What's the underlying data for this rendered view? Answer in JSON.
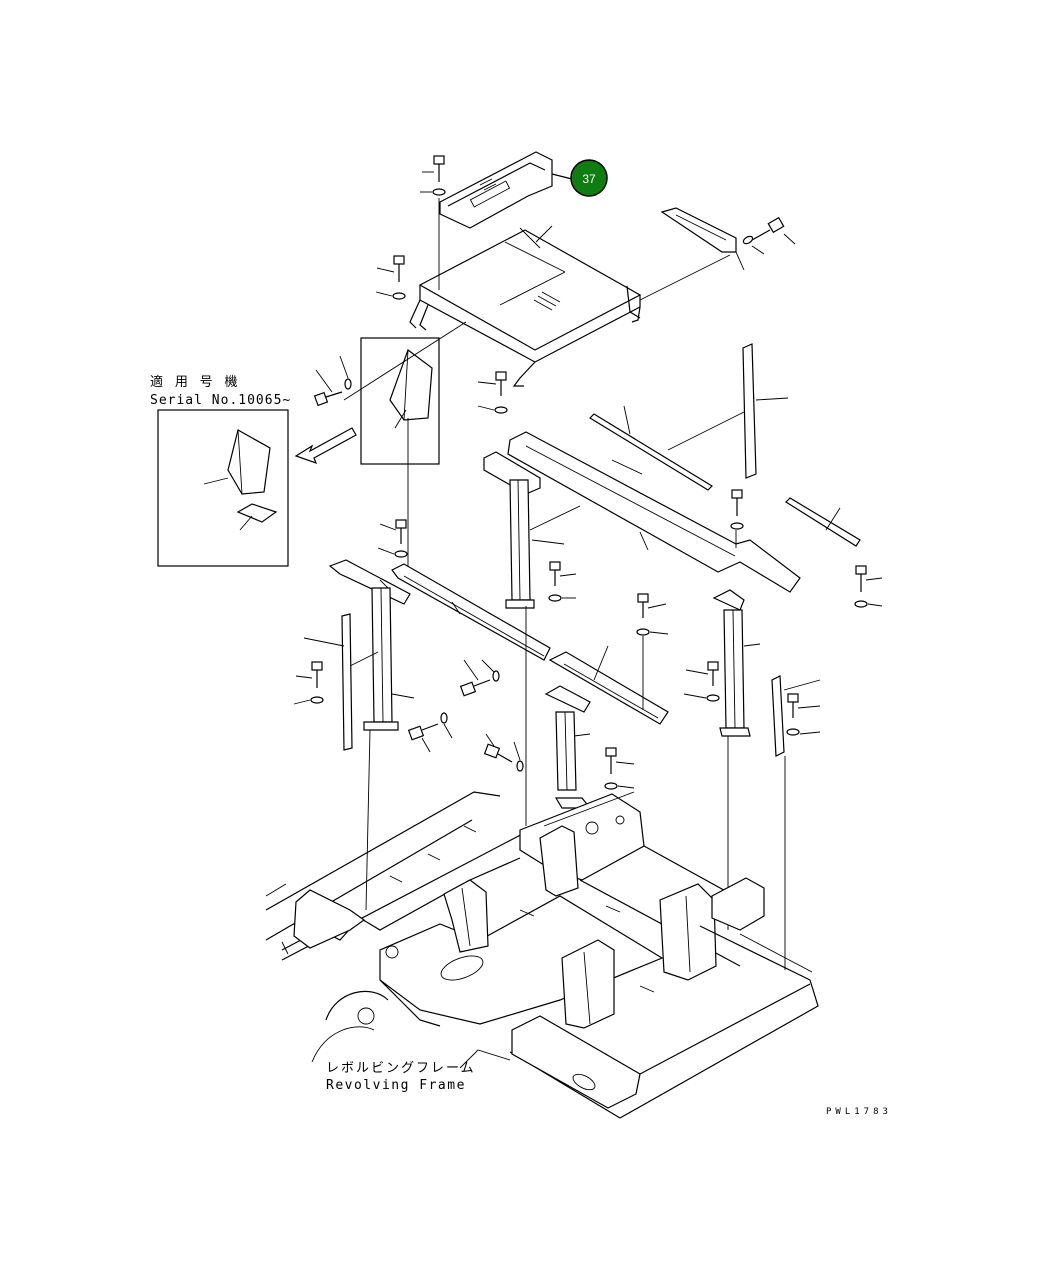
{
  "callout": {
    "number": "37",
    "color": "#0f7d0f",
    "border": "#000000"
  },
  "serial_note": {
    "jp": "適 用 号 機",
    "en": "Serial No.10065~"
  },
  "frame_label": {
    "jp": "レボルビングフレーム",
    "en": "Revolving Frame"
  },
  "drawing_code": "PWL1783"
}
